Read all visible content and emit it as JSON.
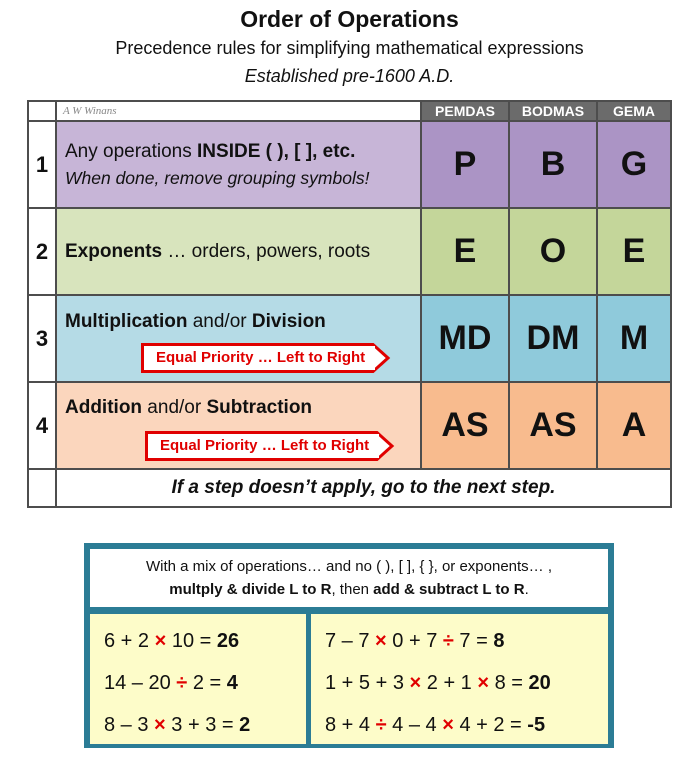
{
  "header": {
    "title": "Order of Operations",
    "subtitle": "Precedence rules for simplifying mathematical expressions",
    "established": "Established pre-1600 A.D."
  },
  "table": {
    "credit": "A W Winans",
    "columns": [
      "PEMDAS",
      "BODMAS",
      "GEMA"
    ],
    "rows": [
      {
        "num": "1",
        "desc_parts": [
          {
            "text": "Any operations ",
            "bold": false
          },
          {
            "text": "INSIDE ( ), [ ], etc.",
            "bold": true
          }
        ],
        "desc_line2": "When done, remove grouping symbols!",
        "letters": [
          "P",
          "B",
          "G"
        ]
      },
      {
        "num": "2",
        "desc_parts": [
          {
            "text": "Exponents",
            "bold": true
          },
          {
            "text": " … orders, powers, roots",
            "bold": false
          }
        ],
        "letters": [
          "E",
          "O",
          "E"
        ]
      },
      {
        "num": "3",
        "desc_parts": [
          {
            "text": "Multiplication",
            "bold": true
          },
          {
            "text": " and/or ",
            "bold": false
          },
          {
            "text": "Division",
            "bold": true
          }
        ],
        "arrow": "Equal Priority … Left to Right",
        "letters": [
          "MD",
          "DM",
          "M"
        ]
      },
      {
        "num": "4",
        "desc_parts": [
          {
            "text": "Addition",
            "bold": true
          },
          {
            "text": " and/or ",
            "bold": false
          },
          {
            "text": "Subtraction",
            "bold": true
          }
        ],
        "arrow": "Equal Priority … Left to Right",
        "letters": [
          "AS",
          "AS",
          "A"
        ]
      }
    ],
    "footer": "If a step doesn’t apply, go to the next step."
  },
  "mix_panel": {
    "line1": "With a mix of operations… and no ( ), [ ], { }, or exponents… ,",
    "line2_parts": [
      {
        "text": "multply & divide L to R",
        "bold": true
      },
      {
        "text": ", then ",
        "bold": false
      },
      {
        "text": "add & subtract L to R",
        "bold": true
      },
      {
        "text": ".",
        "bold": false
      }
    ],
    "examples_left": [
      [
        {
          "t": "6 + 2 "
        },
        {
          "t": "×",
          "red": true
        },
        {
          "t": " 10 = "
        },
        {
          "t": "26",
          "bold": true
        }
      ],
      [
        {
          "t": "14 – 20 "
        },
        {
          "t": "÷",
          "red": true
        },
        {
          "t": " 2 = "
        },
        {
          "t": "4",
          "bold": true
        }
      ],
      [
        {
          "t": "8 – 3 "
        },
        {
          "t": "×",
          "red": true
        },
        {
          "t": " 3 + 3 = "
        },
        {
          "t": "2",
          "bold": true
        }
      ]
    ],
    "examples_right": [
      [
        {
          "t": "7 – 7 "
        },
        {
          "t": "×",
          "red": true
        },
        {
          "t": " 0 + 7 "
        },
        {
          "t": "÷",
          "red": true
        },
        {
          "t": " 7 = "
        },
        {
          "t": "8",
          "bold": true
        }
      ],
      [
        {
          "t": "1 + 5 + 3 "
        },
        {
          "t": "×",
          "red": true
        },
        {
          "t": " 2 + 1 "
        },
        {
          "t": "×",
          "red": true
        },
        {
          "t": " 8 = "
        },
        {
          "t": "20",
          "bold": true
        }
      ],
      [
        {
          "t": "8 + 4 "
        },
        {
          "t": "÷",
          "red": true
        },
        {
          "t": " 4 – 4 "
        },
        {
          "t": "×",
          "red": true
        },
        {
          "t": " 4 + 2 = "
        },
        {
          "t": "-5",
          "bold": true
        }
      ]
    ]
  },
  "colors": {
    "header_gray": "#6b6b6b",
    "row1_desc": "#c7b5d7",
    "row1_letters": "#ab94c5",
    "row2_desc": "#d8e4bd",
    "row2_letters": "#c4d69a",
    "row3_desc": "#b5dbe6",
    "row3_letters": "#8fcadb",
    "row4_desc": "#fbd6bd",
    "row4_letters": "#f8bb8e",
    "operator_red": "#e00000",
    "panel_border": "#2b7c95",
    "examples_bg": "#fdfcc9"
  }
}
